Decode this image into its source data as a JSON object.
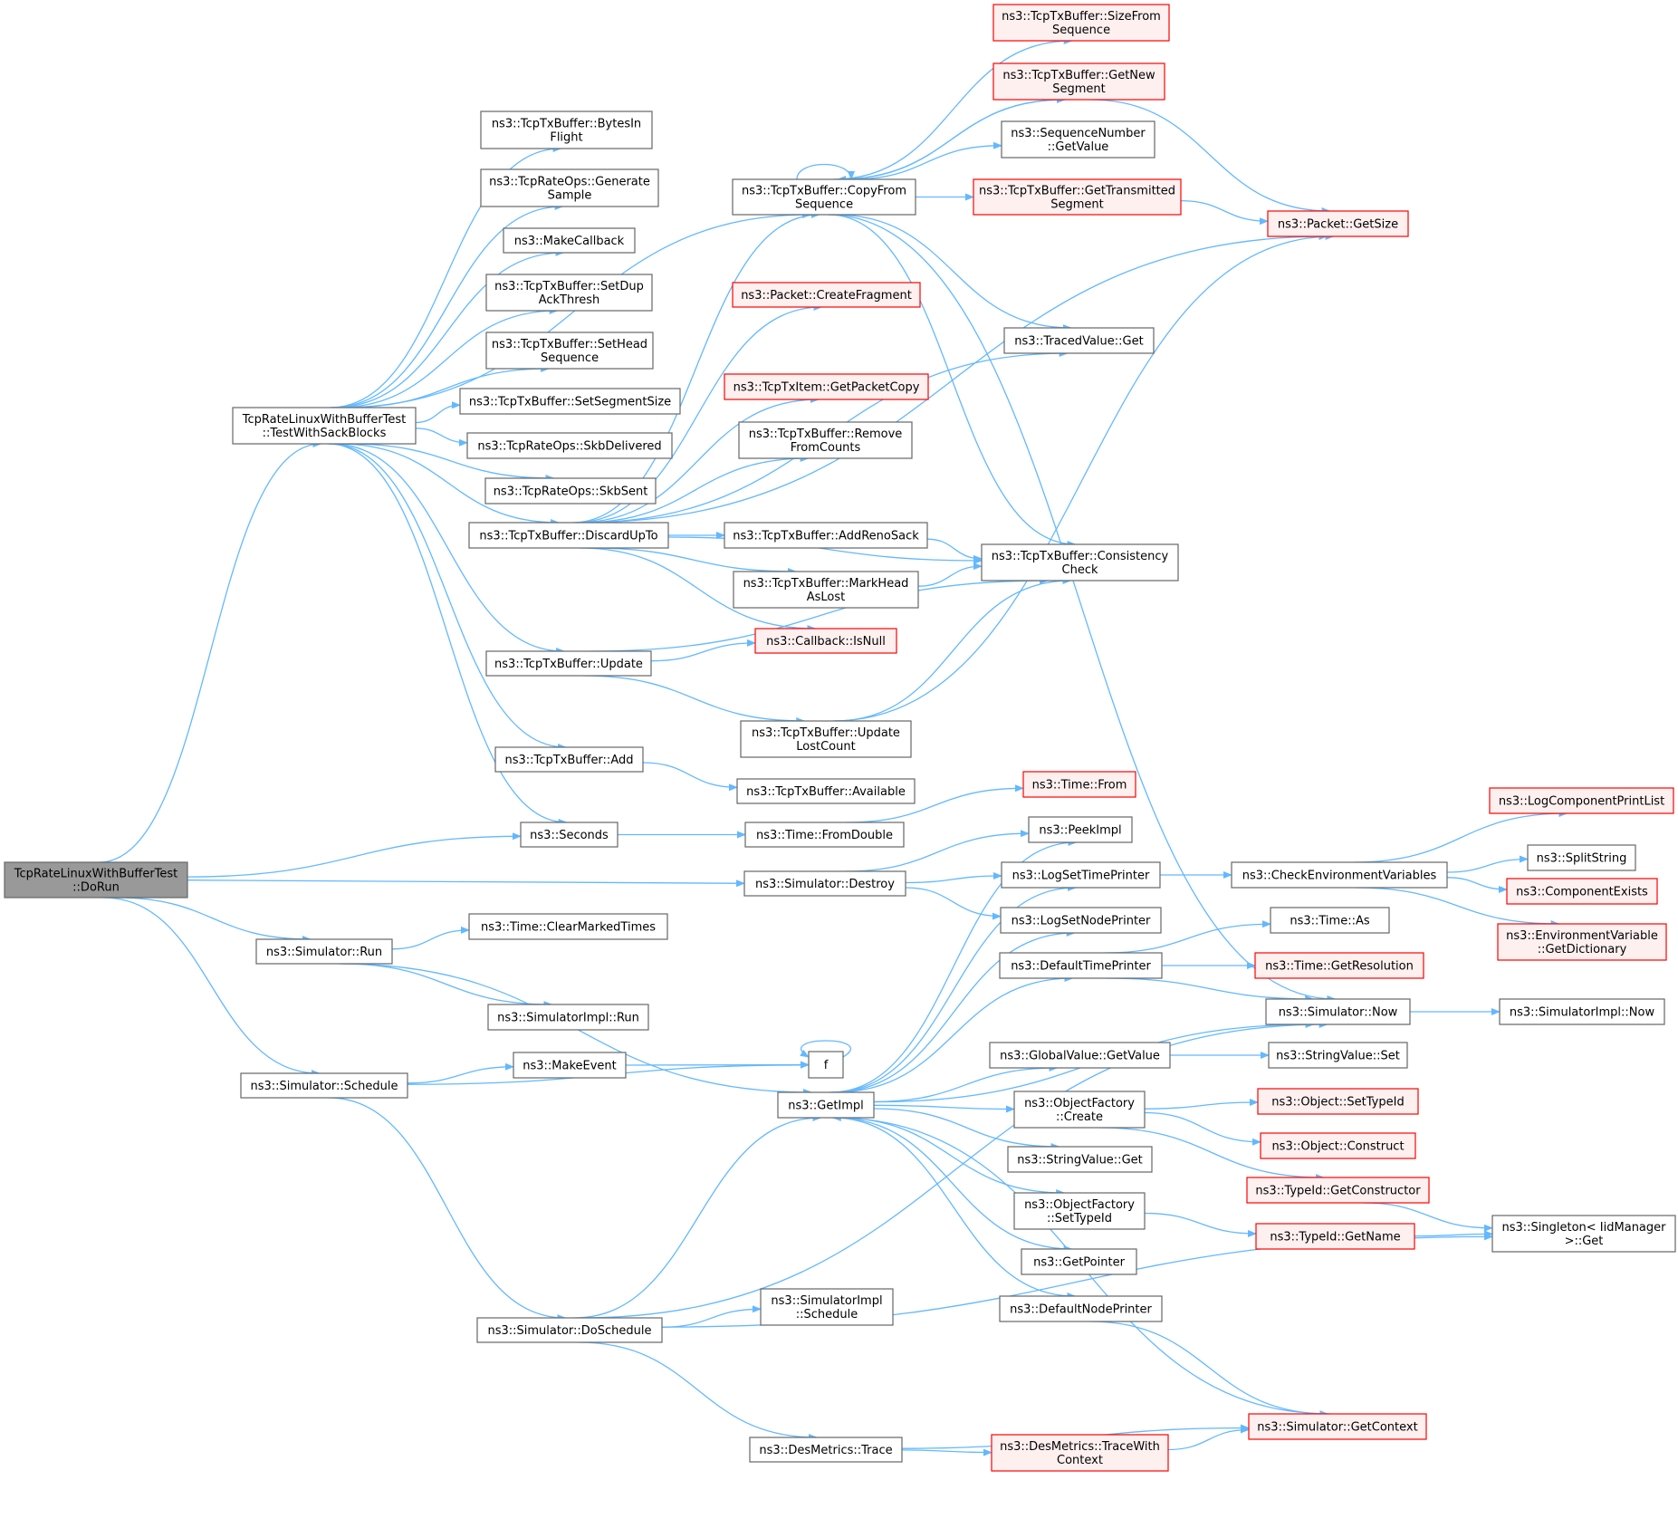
{
  "colors": {
    "edge": "#63b8ff",
    "normal_border": "#666666",
    "normal_fill": "#ffffff",
    "red_border": "#ff0000",
    "red_fill": "#fff0f0",
    "root_fill": "#999999",
    "root_border": "#666666"
  },
  "nodes": [
    {
      "id": "dorun",
      "lines": [
        "TcpRateLinuxWithBufferTest",
        "::DoRun"
      ],
      "style": "root"
    },
    {
      "id": "testwithsack",
      "lines": [
        "TcpRateLinuxWithBufferTest",
        "::TestWithSackBlocks"
      ],
      "style": "normal"
    },
    {
      "id": "sizefromseq",
      "lines": [
        "ns3::TcpTxBuffer::SizeFrom",
        "Sequence"
      ],
      "style": "red"
    },
    {
      "id": "getnewseg",
      "lines": [
        "ns3::TcpTxBuffer::GetNew",
        "Segment"
      ],
      "style": "red"
    },
    {
      "id": "bytesinflight",
      "lines": [
        "ns3::TcpTxBuffer::BytesIn",
        "Flight"
      ],
      "style": "normal"
    },
    {
      "id": "seqgetvalue",
      "lines": [
        "ns3::SequenceNumber",
        "::GetValue"
      ],
      "style": "normal"
    },
    {
      "id": "generatesample",
      "lines": [
        "ns3::TcpRateOps::Generate",
        "Sample"
      ],
      "style": "normal"
    },
    {
      "id": "copyfromseq",
      "lines": [
        "ns3::TcpTxBuffer::CopyFrom",
        "Sequence"
      ],
      "style": "normal"
    },
    {
      "id": "gettransseg",
      "lines": [
        "ns3::TcpTxBuffer::GetTransmitted",
        "Segment"
      ],
      "style": "red"
    },
    {
      "id": "packetgetsize",
      "lines": [
        "ns3::Packet::GetSize"
      ],
      "style": "red"
    },
    {
      "id": "makecallback",
      "lines": [
        "ns3::MakeCallback"
      ],
      "style": "normal"
    },
    {
      "id": "setdupack",
      "lines": [
        "ns3::TcpTxBuffer::SetDup",
        "AckThresh"
      ],
      "style": "normal"
    },
    {
      "id": "createfragment",
      "lines": [
        "ns3::Packet::CreateFragment"
      ],
      "style": "red"
    },
    {
      "id": "setheadseq",
      "lines": [
        "ns3::TcpTxBuffer::SetHead",
        "Sequence"
      ],
      "style": "normal"
    },
    {
      "id": "tracedvalueget",
      "lines": [
        "ns3::TracedValue::Get"
      ],
      "style": "normal"
    },
    {
      "id": "getpacketcopy",
      "lines": [
        "ns3::TcpTxItem::GetPacketCopy"
      ],
      "style": "red"
    },
    {
      "id": "setsegsize",
      "lines": [
        "ns3::TcpTxBuffer::SetSegmentSize"
      ],
      "style": "normal"
    },
    {
      "id": "removefromcounts",
      "lines": [
        "ns3::TcpTxBuffer::Remove",
        "FromCounts"
      ],
      "style": "normal"
    },
    {
      "id": "skbdelivered",
      "lines": [
        "ns3::TcpRateOps::SkbDelivered"
      ],
      "style": "normal"
    },
    {
      "id": "skbsent",
      "lines": [
        "ns3::TcpRateOps::SkbSent"
      ],
      "style": "normal"
    },
    {
      "id": "discardupto",
      "lines": [
        "ns3::TcpTxBuffer::DiscardUpTo"
      ],
      "style": "normal"
    },
    {
      "id": "addrenosack",
      "lines": [
        "ns3::TcpTxBuffer::AddRenoSack"
      ],
      "style": "normal"
    },
    {
      "id": "consistencycheck",
      "lines": [
        "ns3::TcpTxBuffer::Consistency",
        "Check"
      ],
      "style": "normal"
    },
    {
      "id": "markheadaslost",
      "lines": [
        "ns3::TcpTxBuffer::MarkHead",
        "AsLost"
      ],
      "style": "normal"
    },
    {
      "id": "callbackisnull",
      "lines": [
        "ns3::Callback::IsNull"
      ],
      "style": "red"
    },
    {
      "id": "update",
      "lines": [
        "ns3::TcpTxBuffer::Update"
      ],
      "style": "normal"
    },
    {
      "id": "updatelostcount",
      "lines": [
        "ns3::TcpTxBuffer::Update",
        "LostCount"
      ],
      "style": "normal"
    },
    {
      "id": "add",
      "lines": [
        "ns3::TcpTxBuffer::Add"
      ],
      "style": "normal"
    },
    {
      "id": "available",
      "lines": [
        "ns3::TcpTxBuffer::Available"
      ],
      "style": "normal"
    },
    {
      "id": "timefrom",
      "lines": [
        "ns3::Time::From"
      ],
      "style": "red"
    },
    {
      "id": "seconds",
      "lines": [
        "ns3::Seconds"
      ],
      "style": "normal"
    },
    {
      "id": "fromdouble",
      "lines": [
        "ns3::Time::FromDouble"
      ],
      "style": "normal"
    },
    {
      "id": "peekimpl",
      "lines": [
        "ns3::PeekImpl"
      ],
      "style": "normal"
    },
    {
      "id": "logcompprintlist",
      "lines": [
        "ns3::LogComponentPrintList"
      ],
      "style": "red"
    },
    {
      "id": "splitstring",
      "lines": [
        "ns3::SplitString"
      ],
      "style": "normal"
    },
    {
      "id": "destroy",
      "lines": [
        "ns3::Simulator::Destroy"
      ],
      "style": "normal"
    },
    {
      "id": "logsettimeprinter",
      "lines": [
        "ns3::LogSetTimePrinter"
      ],
      "style": "normal"
    },
    {
      "id": "checkenvvars",
      "lines": [
        "ns3::CheckEnvironmentVariables"
      ],
      "style": "normal"
    },
    {
      "id": "componentexists",
      "lines": [
        "ns3::ComponentExists"
      ],
      "style": "red"
    },
    {
      "id": "envvargetdict",
      "lines": [
        "ns3::EnvironmentVariable",
        "::GetDictionary"
      ],
      "style": "red"
    },
    {
      "id": "logsetnodeprinter",
      "lines": [
        "ns3::LogSetNodePrinter"
      ],
      "style": "normal"
    },
    {
      "id": "simrun",
      "lines": [
        "ns3::Simulator::Run"
      ],
      "style": "normal"
    },
    {
      "id": "clearmarkedtimes",
      "lines": [
        "ns3::Time::ClearMarkedTimes"
      ],
      "style": "normal"
    },
    {
      "id": "timeas",
      "lines": [
        "ns3::Time::As"
      ],
      "style": "normal"
    },
    {
      "id": "defaulttimeprinter",
      "lines": [
        "ns3::DefaultTimePrinter"
      ],
      "style": "normal"
    },
    {
      "id": "getresolution",
      "lines": [
        "ns3::Time::GetResolution"
      ],
      "style": "red"
    },
    {
      "id": "simimplrun",
      "lines": [
        "ns3::SimulatorImpl::Run"
      ],
      "style": "normal"
    },
    {
      "id": "simnow",
      "lines": [
        "ns3::Simulator::Now"
      ],
      "style": "normal"
    },
    {
      "id": "simimplnow",
      "lines": [
        "ns3::SimulatorImpl::Now"
      ],
      "style": "normal"
    },
    {
      "id": "makeevent",
      "lines": [
        "ns3::MakeEvent"
      ],
      "style": "normal"
    },
    {
      "id": "f",
      "lines": [
        "f"
      ],
      "style": "normal"
    },
    {
      "id": "globalvaluegetvalue",
      "lines": [
        "ns3::GlobalValue::GetValue"
      ],
      "style": "normal"
    },
    {
      "id": "stringvalueset",
      "lines": [
        "ns3::StringValue::Set"
      ],
      "style": "normal"
    },
    {
      "id": "schedule",
      "lines": [
        "ns3::Simulator::Schedule"
      ],
      "style": "normal"
    },
    {
      "id": "getimpl",
      "lines": [
        "ns3::GetImpl"
      ],
      "style": "normal"
    },
    {
      "id": "objfactorycreate",
      "lines": [
        "ns3::ObjectFactory",
        "::Create"
      ],
      "style": "normal"
    },
    {
      "id": "objsettypeid",
      "lines": [
        "ns3::Object::SetTypeId"
      ],
      "style": "red"
    },
    {
      "id": "objconstruct",
      "lines": [
        "ns3::Object::Construct"
      ],
      "style": "red"
    },
    {
      "id": "stringvalueget",
      "lines": [
        "ns3::StringValue::Get"
      ],
      "style": "normal"
    },
    {
      "id": "typeidgetconstructor",
      "lines": [
        "ns3::TypeId::GetConstructor"
      ],
      "style": "red"
    },
    {
      "id": "objfactorysettypeid",
      "lines": [
        "ns3::ObjectFactory",
        "::SetTypeId"
      ],
      "style": "normal"
    },
    {
      "id": "singletonget",
      "lines": [
        "ns3::Singleton< IidManager",
        " >::Get"
      ],
      "style": "normal"
    },
    {
      "id": "typeidgetname",
      "lines": [
        "ns3::TypeId::GetName"
      ],
      "style": "red"
    },
    {
      "id": "getpointer",
      "lines": [
        "ns3::GetPointer"
      ],
      "style": "normal"
    },
    {
      "id": "simimplschedule",
      "lines": [
        "ns3::SimulatorImpl",
        "::Schedule"
      ],
      "style": "normal"
    },
    {
      "id": "defaultnodeprinter",
      "lines": [
        "ns3::DefaultNodePrinter"
      ],
      "style": "normal"
    },
    {
      "id": "doschedule",
      "lines": [
        "ns3::Simulator::DoSchedule"
      ],
      "style": "normal"
    },
    {
      "id": "getcontext",
      "lines": [
        "ns3::Simulator::GetContext"
      ],
      "style": "red"
    },
    {
      "id": "desmetricstrace",
      "lines": [
        "ns3::DesMetrics::Trace"
      ],
      "style": "normal"
    },
    {
      "id": "tracewithcontext",
      "lines": [
        "ns3::DesMetrics::TraceWith",
        "Context"
      ],
      "style": "red"
    }
  ]
}
